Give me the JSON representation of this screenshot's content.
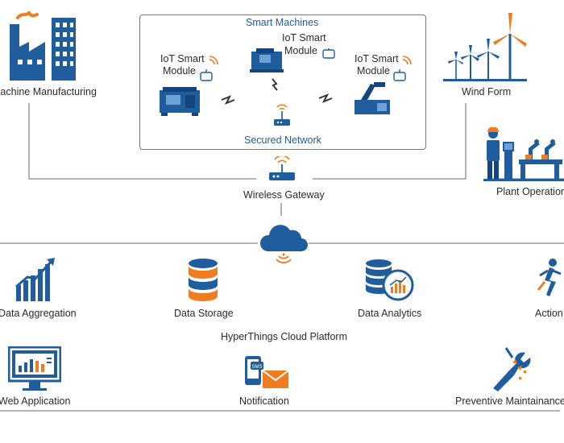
{
  "top": {
    "machine_manufacturing": "Machine Manufacturing",
    "wind_farm": "Wind Form",
    "plant_operation": "Plant Operation",
    "wireless_gateway": "Wireless Gateway"
  },
  "smart_box": {
    "title": "Smart Machines",
    "modules": [
      {
        "line1": "IoT Smart",
        "line2": "Module"
      },
      {
        "line1": "IoT Smart",
        "line2": "Module"
      },
      {
        "line1": "IoT Smart",
        "line2": "Module"
      }
    ],
    "network": "Secured Network"
  },
  "platform": {
    "name": "HyperThings Cloud Platform",
    "items": [
      {
        "label": "Data Aggregation",
        "icon": "bar-chart-icon"
      },
      {
        "label": "Data Storage",
        "icon": "database-icon"
      },
      {
        "label": "Data Analytics",
        "icon": "analytics-database-icon"
      },
      {
        "label": "Action",
        "icon": "running-person-icon"
      },
      {
        "label": "Web Application",
        "icon": "monitor-chart-icon"
      },
      {
        "label": "Notification",
        "icon": "sms-mail-icon"
      },
      {
        "label": "Preventive Maintainance",
        "icon": "broken-wrench-icon"
      }
    ]
  },
  "colors": {
    "blue": "#1f5d9c",
    "dark_blue": "#13467f",
    "orange": "#f07c22",
    "line": "#777777"
  }
}
